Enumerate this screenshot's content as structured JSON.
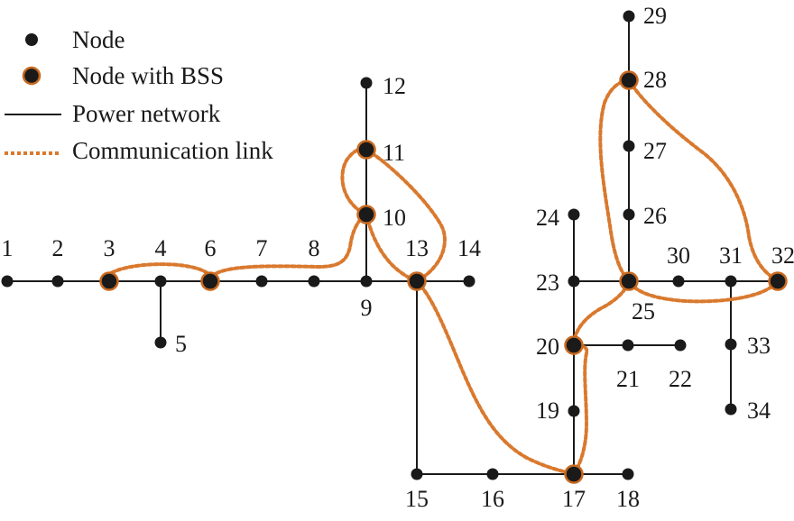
{
  "colors": {
    "node": "#1a1a1a",
    "line": "#1a1a1a",
    "bss_ring": "#c8691f",
    "comm": "#d9792e",
    "text": "#1a1a1a"
  },
  "legend": {
    "node": "Node",
    "bss": "Node with BSS",
    "power": "Power network",
    "comm": "Communication link"
  },
  "nodes": [
    {
      "id": "1",
      "label": "1",
      "bss": false
    },
    {
      "id": "2",
      "label": "2",
      "bss": false
    },
    {
      "id": "3",
      "label": "3",
      "bss": true
    },
    {
      "id": "4",
      "label": "4",
      "bss": false
    },
    {
      "id": "5",
      "label": "5",
      "bss": false
    },
    {
      "id": "6",
      "label": "6",
      "bss": true
    },
    {
      "id": "7",
      "label": "7",
      "bss": false
    },
    {
      "id": "8",
      "label": "8",
      "bss": false
    },
    {
      "id": "9",
      "label": "9",
      "bss": false
    },
    {
      "id": "10",
      "label": "10",
      "bss": true
    },
    {
      "id": "11",
      "label": "11",
      "bss": true
    },
    {
      "id": "12",
      "label": "12",
      "bss": false
    },
    {
      "id": "13",
      "label": "13",
      "bss": true
    },
    {
      "id": "14",
      "label": "14",
      "bss": false
    },
    {
      "id": "15",
      "label": "15",
      "bss": false
    },
    {
      "id": "16",
      "label": "16",
      "bss": false
    },
    {
      "id": "17",
      "label": "17",
      "bss": true
    },
    {
      "id": "18",
      "label": "18",
      "bss": false
    },
    {
      "id": "19",
      "label": "19",
      "bss": false
    },
    {
      "id": "20",
      "label": "20",
      "bss": true
    },
    {
      "id": "21",
      "label": "21",
      "bss": false
    },
    {
      "id": "22",
      "label": "22",
      "bss": false
    },
    {
      "id": "23",
      "label": "23",
      "bss": false
    },
    {
      "id": "24",
      "label": "24",
      "bss": false
    },
    {
      "id": "25",
      "label": "25",
      "bss": true
    },
    {
      "id": "26",
      "label": "26",
      "bss": false
    },
    {
      "id": "27",
      "label": "27",
      "bss": false
    },
    {
      "id": "28",
      "label": "28",
      "bss": true
    },
    {
      "id": "29",
      "label": "29",
      "bss": false
    },
    {
      "id": "30",
      "label": "30",
      "bss": false
    },
    {
      "id": "31",
      "label": "31",
      "bss": false
    },
    {
      "id": "32",
      "label": "32",
      "bss": true
    },
    {
      "id": "33",
      "label": "33",
      "bss": false
    },
    {
      "id": "34",
      "label": "34",
      "bss": false
    }
  ],
  "edges": [
    [
      "1",
      "2"
    ],
    [
      "2",
      "3"
    ],
    [
      "3",
      "4"
    ],
    [
      "4",
      "5"
    ],
    [
      "4",
      "6"
    ],
    [
      "6",
      "7"
    ],
    [
      "7",
      "8"
    ],
    [
      "8",
      "9"
    ],
    [
      "9",
      "10"
    ],
    [
      "10",
      "11"
    ],
    [
      "11",
      "12"
    ],
    [
      "9",
      "13"
    ],
    [
      "13",
      "14"
    ],
    [
      "13",
      "15"
    ],
    [
      "15",
      "16"
    ],
    [
      "16",
      "17"
    ],
    [
      "17",
      "18"
    ],
    [
      "17",
      "19"
    ],
    [
      "19",
      "20"
    ],
    [
      "20",
      "21"
    ],
    [
      "21",
      "22"
    ],
    [
      "20",
      "23"
    ],
    [
      "23",
      "24"
    ],
    [
      "23",
      "25"
    ],
    [
      "25",
      "26"
    ],
    [
      "26",
      "27"
    ],
    [
      "27",
      "28"
    ],
    [
      "28",
      "29"
    ],
    [
      "25",
      "30"
    ],
    [
      "30",
      "31"
    ],
    [
      "31",
      "32"
    ],
    [
      "31",
      "33"
    ],
    [
      "33",
      "34"
    ]
  ]
}
